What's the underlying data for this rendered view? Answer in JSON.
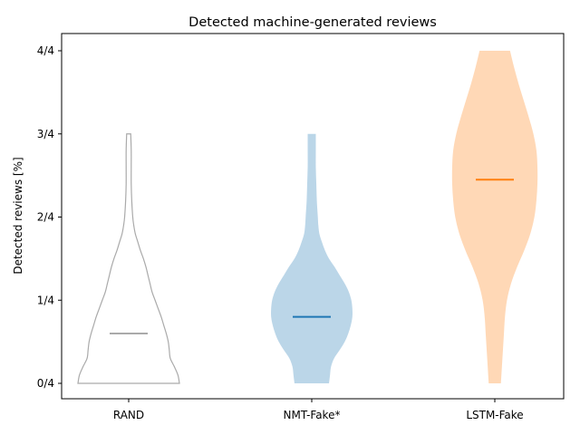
{
  "chart_data": {
    "type": "violin",
    "title": "Detected machine-generated reviews",
    "xlabel": "",
    "ylabel": "Detected reviews [%]",
    "ylim": [
      -0.2,
      4.2
    ],
    "yticks": [
      {
        "value": 0,
        "label": "0/4"
      },
      {
        "value": 1,
        "label": "1/4"
      },
      {
        "value": 2,
        "label": "2/4"
      },
      {
        "value": 3,
        "label": "3/4"
      },
      {
        "value": 4,
        "label": "4/4"
      }
    ],
    "categories": [
      "RAND",
      "NMT-Fake*",
      "LSTM-Fake"
    ],
    "grid": false,
    "series": [
      {
        "category": "RAND",
        "style": "outline",
        "fill": "none",
        "stroke": "#aaaaaa",
        "median_color": "#aaaaaa",
        "median": 0.6,
        "profile": [
          [
            0.0,
            1.0
          ],
          [
            0.1,
            0.97
          ],
          [
            0.2,
            0.9
          ],
          [
            0.3,
            0.82
          ],
          [
            0.4,
            0.8
          ],
          [
            0.5,
            0.78
          ],
          [
            0.6,
            0.74
          ],
          [
            0.7,
            0.69
          ],
          [
            0.8,
            0.64
          ],
          [
            0.9,
            0.58
          ],
          [
            1.0,
            0.52
          ],
          [
            1.1,
            0.46
          ],
          [
            1.2,
            0.42
          ],
          [
            1.3,
            0.38
          ],
          [
            1.4,
            0.34
          ],
          [
            1.5,
            0.29
          ],
          [
            1.6,
            0.23
          ],
          [
            1.7,
            0.18
          ],
          [
            1.8,
            0.13
          ],
          [
            1.9,
            0.1
          ],
          [
            2.0,
            0.08
          ],
          [
            2.2,
            0.06
          ],
          [
            2.4,
            0.05
          ],
          [
            2.6,
            0.05
          ],
          [
            2.8,
            0.05
          ],
          [
            3.0,
            0.04
          ]
        ]
      },
      {
        "category": "NMT-Fake*",
        "style": "filled",
        "fill": "#1f77b4",
        "fill_opacity": 0.3,
        "stroke": "none",
        "median_color": "#1f77b4",
        "median": 0.8,
        "profile": [
          [
            0.0,
            0.34
          ],
          [
            0.1,
            0.36
          ],
          [
            0.2,
            0.38
          ],
          [
            0.3,
            0.44
          ],
          [
            0.4,
            0.55
          ],
          [
            0.5,
            0.65
          ],
          [
            0.6,
            0.72
          ],
          [
            0.7,
            0.77
          ],
          [
            0.8,
            0.8
          ],
          [
            0.9,
            0.8
          ],
          [
            1.0,
            0.78
          ],
          [
            1.1,
            0.73
          ],
          [
            1.2,
            0.65
          ],
          [
            1.3,
            0.55
          ],
          [
            1.4,
            0.45
          ],
          [
            1.5,
            0.34
          ],
          [
            1.6,
            0.26
          ],
          [
            1.7,
            0.2
          ],
          [
            1.8,
            0.15
          ],
          [
            1.9,
            0.13
          ],
          [
            2.0,
            0.12
          ],
          [
            2.2,
            0.1
          ],
          [
            2.4,
            0.09
          ],
          [
            2.6,
            0.08
          ],
          [
            2.8,
            0.08
          ],
          [
            3.0,
            0.08
          ]
        ]
      },
      {
        "category": "LSTM-Fake",
        "style": "filled",
        "fill": "#ff7f0e",
        "fill_opacity": 0.3,
        "stroke": "none",
        "median_color": "#ff7f0e",
        "median": 2.45,
        "profile": [
          [
            0.0,
            0.12
          ],
          [
            0.2,
            0.14
          ],
          [
            0.4,
            0.16
          ],
          [
            0.6,
            0.18
          ],
          [
            0.8,
            0.2
          ],
          [
            1.0,
            0.24
          ],
          [
            1.2,
            0.32
          ],
          [
            1.4,
            0.44
          ],
          [
            1.6,
            0.58
          ],
          [
            1.8,
            0.7
          ],
          [
            2.0,
            0.78
          ],
          [
            2.2,
            0.82
          ],
          [
            2.4,
            0.84
          ],
          [
            2.6,
            0.84
          ],
          [
            2.8,
            0.82
          ],
          [
            3.0,
            0.76
          ],
          [
            3.2,
            0.67
          ],
          [
            3.4,
            0.57
          ],
          [
            3.6,
            0.47
          ],
          [
            3.8,
            0.38
          ],
          [
            4.0,
            0.3
          ]
        ]
      }
    ]
  }
}
